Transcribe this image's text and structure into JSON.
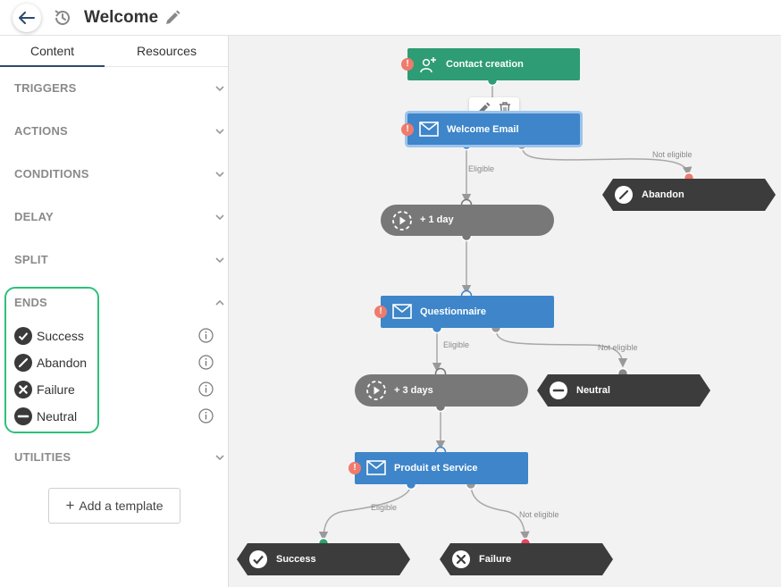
{
  "header": {
    "title": "Welcome"
  },
  "sidebar": {
    "tabs": [
      {
        "label": "Content"
      },
      {
        "label": "Resources"
      }
    ],
    "sections": [
      {
        "label": "TRIGGERS"
      },
      {
        "label": "ACTIONS"
      },
      {
        "label": "CONDITIONS"
      },
      {
        "label": "DELAY"
      },
      {
        "label": "SPLIT"
      },
      {
        "label": "ENDS"
      },
      {
        "label": "UTILITIES"
      }
    ],
    "ends": [
      {
        "label": "Success",
        "icon": "check-circle-icon"
      },
      {
        "label": "Abandon",
        "icon": "slash-circle-icon"
      },
      {
        "label": "Failure",
        "icon": "x-circle-icon"
      },
      {
        "label": "Neutral",
        "icon": "minus-circle-icon"
      }
    ],
    "add_template_label": "Add a template"
  },
  "canvas": {
    "nodes": {
      "contact_creation": "Contact creation",
      "welcome_email": "Welcome Email",
      "abandon": "Abandon",
      "delay_1": "+ 1 day",
      "questionnaire": "Questionnaire",
      "neutral": "Neutral",
      "delay_3": "+ 3 days",
      "produit": "Produit et Service",
      "success": "Success",
      "failure": "Failure"
    },
    "edge_labels": {
      "eligible_1": "Eligible",
      "not_eligible_1": "Not eligible",
      "eligible_2": "Eligible",
      "not_eligible_2": "Not eligible",
      "eligible_3": "Eligible",
      "not_eligible_3": "Not eligible"
    },
    "colors": {
      "trigger": "#2e9c74",
      "email": "#3e85c9",
      "delay": "#787878",
      "end": "#3c3c3c",
      "warning": "#ef7b6d",
      "success_port": "#2fa36b",
      "failure_port": "#e54660",
      "highlight": "#2fc07a"
    }
  }
}
